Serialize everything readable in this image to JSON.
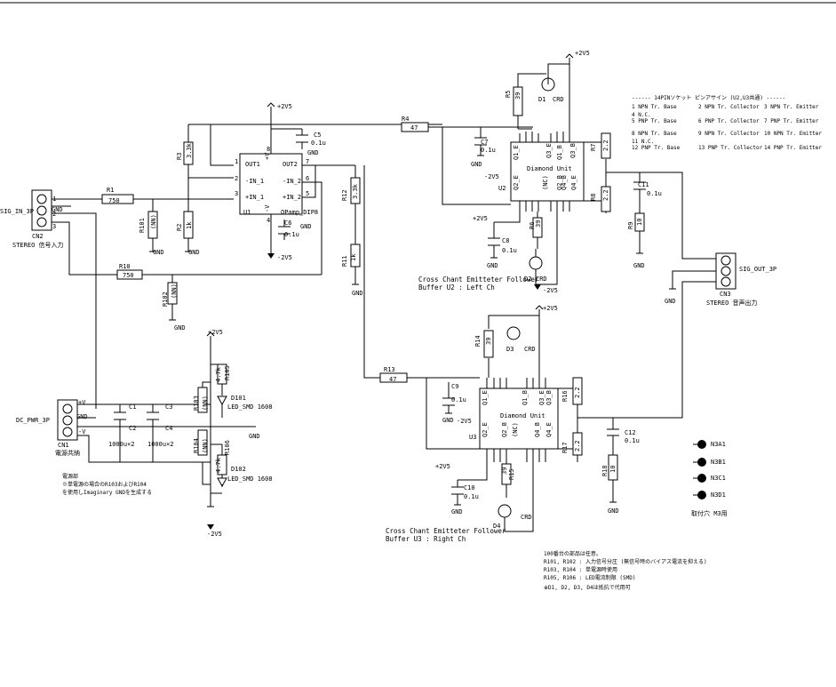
{
  "labels": {
    "sig_in": "SIG_IN_3P",
    "cn2": "CN2",
    "stereo_in": "STEREO 信号入力",
    "cn2_p1": "1",
    "cn2_p2": "2",
    "cn2_p3": "3",
    "cn2_gnd": "GND",
    "r1": "R1",
    "r1_val": "750",
    "r101": "R101",
    "r101_val": "(NN)",
    "r2": "R2",
    "r2_val": "1k",
    "r3": "R3",
    "r3_val": "3.3k",
    "r10": "R10",
    "r10_val": "750",
    "r102": "R102",
    "r102_val": "(NN)",
    "gnd": "GND",
    "plus2v5": "+2V5",
    "minus2v5": "-2V5",
    "u1": "U1",
    "u1_name": "OPamp_DIP8",
    "out1": "OUT1",
    "in1m": "-IN_1",
    "in1p": "+IN_1",
    "out2": "OUT2",
    "in2m": "-IN_2",
    "in2p": "+IN_2",
    "vp": "+V",
    "vm": "-V",
    "p1": "1",
    "p2": "2",
    "p3": "3",
    "p4": "4",
    "p5": "5",
    "p6": "6",
    "p7": "7",
    "p8": "8",
    "p9": "9",
    "p10": "10",
    "p11": "11",
    "p12": "12",
    "p13": "13",
    "p14": "14",
    "c5": "C5",
    "c5_val": "0.1u",
    "c6": "C6",
    "c6_val": "0.1u",
    "c7": "C7",
    "c7_val": "0.1u",
    "c8": "C8",
    "c8_val": "0.1u",
    "c9": "C9",
    "c9_val": "0.1u",
    "c10": "C10",
    "c10_val": "0.1u",
    "c11": "C11",
    "c11_val": "0.1u",
    "c12": "C12",
    "c12_val": "0.1u",
    "r4": "R4",
    "r4_val": "47",
    "r12": "R12",
    "r12_val": "3.3k",
    "r11": "R11",
    "r11_val": "1k",
    "r13": "R13",
    "r13_val": "47",
    "r5": "R5",
    "r5_val": "39",
    "r6": "R6",
    "r6_val": "39",
    "r7": "R7",
    "r7_val": "2.2",
    "r8": "R8",
    "r8_val": "2.2",
    "r9": "R9",
    "r9_val": "10",
    "r14": "R14",
    "r14_val": "39",
    "r15": "R15",
    "r15_val": "39",
    "r16": "R16",
    "r16_val": "2.2",
    "r17": "R17",
    "r17_val": "2.2",
    "r18": "R18",
    "r18_val": "10",
    "d1": "D1",
    "d2": "D2",
    "d3": "D3",
    "d4": "D4",
    "crd": "CRD",
    "u2": "U2",
    "u3": "U3",
    "diamond": "Diamond Unit",
    "q1e": "Q1_E",
    "q1b": "Q1_B",
    "q2e": "Q2_E",
    "q2b": "Q2_B",
    "q3e": "Q3_E",
    "q3b": "Q3_B",
    "q4e": "Q4_E",
    "q4b": "Q4_B",
    "nc": "(NC)",
    "ccef_u2": "Cross Chant Emitteter Follower",
    "buf_u2": "Buffer U2 : Left Ch",
    "ccef_u3": "Cross Chant Emitteter Follower",
    "buf_u3": "Buffer U3 : Right Ch",
    "sig_out": "SIG_OUT_3P",
    "cn3": "CN3",
    "stereo_out": "STEREO 音声出力",
    "dc_pwr": "DC_PWR_3P",
    "cn1": "CN1",
    "pwr_common": "電源共納",
    "cn1_vp": "+V",
    "cn1_gnd": "GND",
    "cn1_vm": "-V",
    "c1": "C1",
    "c2": "C2",
    "c3": "C3",
    "c4": "C4",
    "c_val1": "1000u×2",
    "c_val2": "1000u×2",
    "r103": "R103",
    "r104": "R104",
    "r105": "R105",
    "r106": "R106",
    "nn": "(NN)",
    "r4k7": "4.7k",
    "d101": "D101",
    "d102": "D102",
    "led": "LED_SMD 1608",
    "notes_title": "電源部",
    "notes_1": "※単電源の場合のR103およびR104",
    "notes_2": "を使用しImaginary GNDを生成する",
    "pin_title": "------ 14PINソケット ピンアサイン (U2,U3共通) ------",
    "pin_row1_a": "1 NPN Tr. Base",
    "pin_row1_b": "2 NPN Tr. Collector",
    "pin_row1_c": "3 NPN Tr. Emitter",
    "pin_row2_a": "4 N.C.",
    "pin_row3_a": "5 PNP Tr. Base",
    "pin_row3_b": "6 PNP Tr. Collector",
    "pin_row3_c": "7 PNP Tr. Emitter",
    "pin_row4_a": "8 NPN Tr. Base",
    "pin_row4_b": "9 NPN Tr. Collector",
    "pin_row4_c": "10 NPN Tr. Emitter",
    "pin_row5_a": "11 N.C.",
    "pin_row6_a": "12 PNP Tr. Base",
    "pin_row6_b": "13 PNP Tr. Collector",
    "pin_row6_c": "14 PNP Tr. Emitter",
    "n3a1": "N3A1",
    "n3b1": "N3B1",
    "n3c1": "N3C1",
    "n3d1": "N3D1",
    "mount": "取付穴 M3用",
    "bom_title": "100番台の部品は任意。",
    "bom_1": "R101, R102 : 入力信号分圧 (無信号時のバイアス電流を抑える)",
    "bom_2": "R103, R104 : 単電源時使用",
    "bom_3": "R105, R106 : LED電流制限 (SMD)",
    "bom_4": "※D1, D2, D3, D4は抵抗で代用可"
  }
}
